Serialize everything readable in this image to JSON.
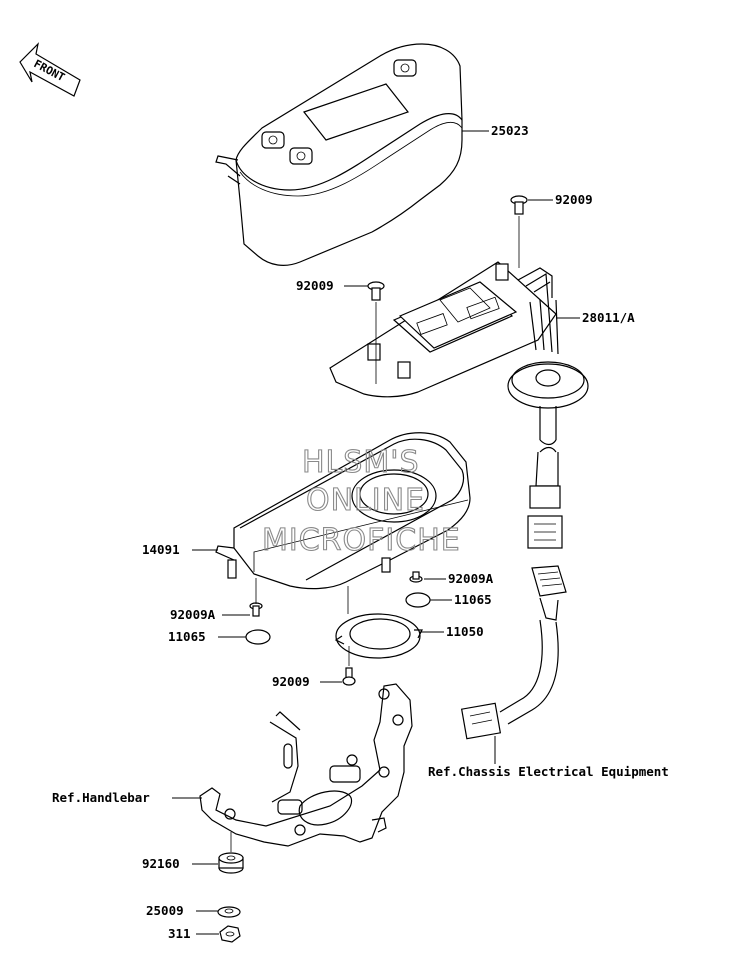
{
  "front_label": "FRONT",
  "watermark": {
    "line1": "HLSM'S",
    "line2": "ONLINE",
    "line3": "MICROFICHE"
  },
  "callouts": {
    "c25023": "25023",
    "c92009_top": "92009",
    "c92009_left": "92009",
    "c28011a": "28011/A",
    "c14091": "14091",
    "c92009a_right": "92009A",
    "c92009a_left": "92009A",
    "c11065_right": "11065",
    "c11065_left": "11065",
    "c11050": "11050",
    "c92009_bottom": "92009",
    "ref_chassis": "Ref.Chassis Electrical Equipment",
    "ref_handlebar": "Ref.Handlebar",
    "c92160": "92160",
    "c25009": "25009",
    "c311": "311"
  }
}
